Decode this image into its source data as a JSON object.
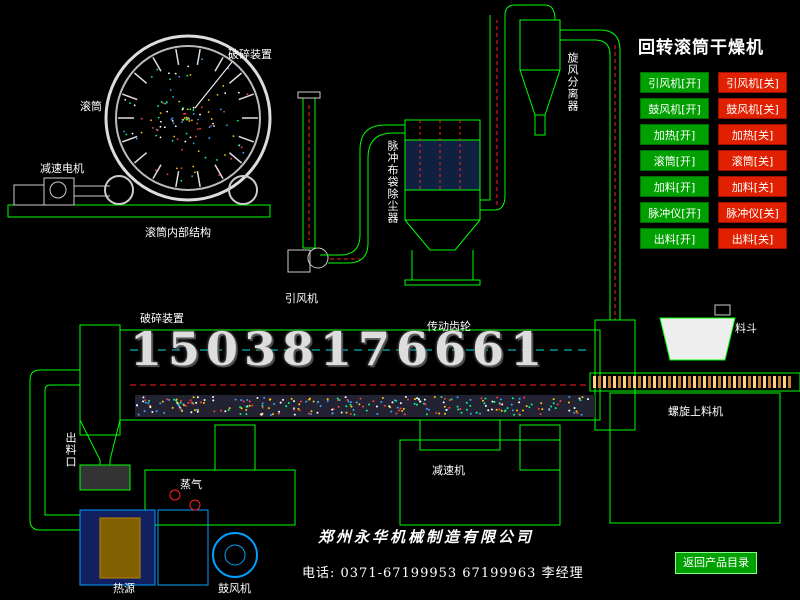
{
  "title": "回转滚筒干燥机",
  "labels": {
    "crusher_top": "破碎装置",
    "drum": "滚筒",
    "reducer_motor": "减速电机",
    "drum_internal": "滚筒内部结构",
    "induced_fan": "引风机",
    "bag_filter": "脉冲布袋除尘器",
    "cyclone": "旋风分离器",
    "crusher_main": "破碎装置",
    "drive_gear": "传动齿轮",
    "hopper": "料斗",
    "screw_feeder": "螺旋上料机",
    "reducer": "减速机",
    "outlet": "出料口",
    "steam": "蒸气",
    "heat_source": "热源",
    "blower": "鼓风机"
  },
  "controls": [
    {
      "on": "引风机[开]",
      "off": "引风机[关]"
    },
    {
      "on": "鼓风机[开]",
      "off": "鼓风机[关]"
    },
    {
      "on": "加热[开]",
      "off": "加热[关]"
    },
    {
      "on": "滚筒[开]",
      "off": "滚筒[关]"
    },
    {
      "on": "加料[开]",
      "off": "加料[关]"
    },
    {
      "on": "脉冲仪[开]",
      "off": "脉冲仪[关]"
    },
    {
      "on": "出料[开]",
      "off": "出料[关]"
    }
  ],
  "phone_big": "15038176661",
  "company": "郑州永华机械制造有限公司",
  "contact": "电话: 0371-67199953 67199963  李经理",
  "back_button": "返回产品目录",
  "colors": {
    "line": "#00ff00",
    "red": "#ff2020",
    "cyan": "#00e0e0",
    "on": "#00a000",
    "off": "#e02000"
  }
}
